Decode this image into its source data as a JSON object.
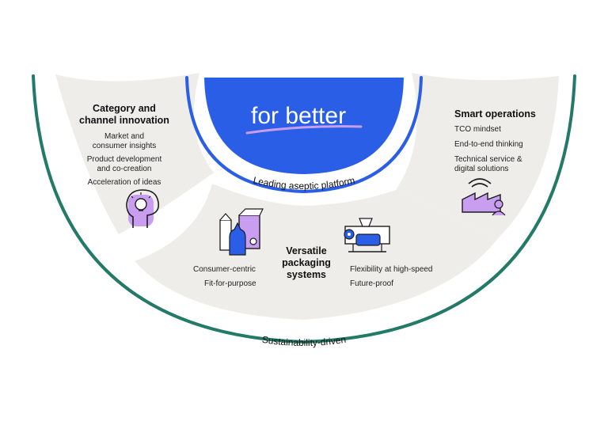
{
  "brand_text": "for better",
  "platform_label": "Leading aseptic platform",
  "sustainability_label": "Sustainability-driven",
  "category": {
    "title_line1": "Category and",
    "title_line2": "channel innovation",
    "items": [
      "Market and",
      "consumer insights",
      "Product development",
      "and co-creation",
      "Acceleration of ideas"
    ]
  },
  "smart": {
    "title": "Smart operations",
    "items": [
      "TCO mindset",
      "End-to-end thinking",
      "Technical service &",
      "digital solutions"
    ]
  },
  "packaging": {
    "title_lines": [
      "Versatile",
      "packaging",
      "systems"
    ],
    "left_items": [
      "Consumer-centric",
      "Fit-for-purpose"
    ],
    "right_items": [
      "Flexibility at high-speed",
      "Future-proof"
    ]
  },
  "colors": {
    "blue": "#2a5ee6",
    "green": "#237a68",
    "panel": "#efedea",
    "purple_accent": "#c99ef0"
  },
  "icons": [
    "lightbulb-head-icon",
    "smart-factory-icon",
    "packages-icon",
    "filling-machine-icon"
  ]
}
